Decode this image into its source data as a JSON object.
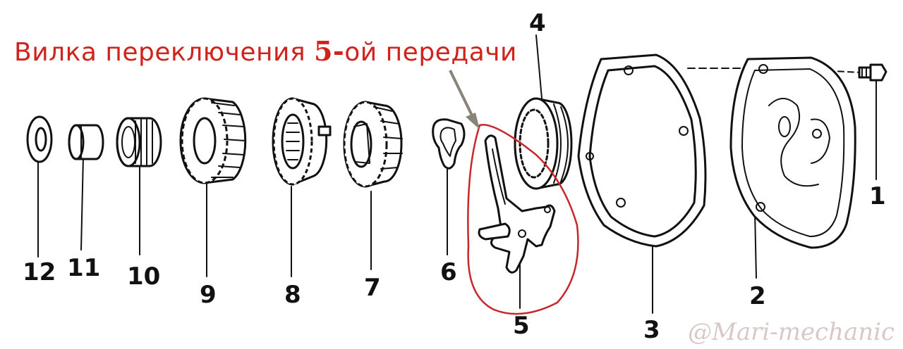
{
  "caption": {
    "part_a": "Вилка переключения ",
    "number": "5-",
    "part_b": "ой передачи"
  },
  "labels": {
    "p1": "1",
    "p2": "2",
    "p3": "3",
    "p4": "4",
    "p5": "5",
    "p6": "6",
    "p7": "7",
    "p8": "8",
    "p9": "9",
    "p10": "10",
    "p11": "11",
    "p12": "12"
  },
  "watermark": "@Mari-mechanic",
  "colors": {
    "caption": "#d0231e",
    "highlight": "#c8262a",
    "arrow": "#8a8478",
    "watermark": "#d8c8c8"
  }
}
